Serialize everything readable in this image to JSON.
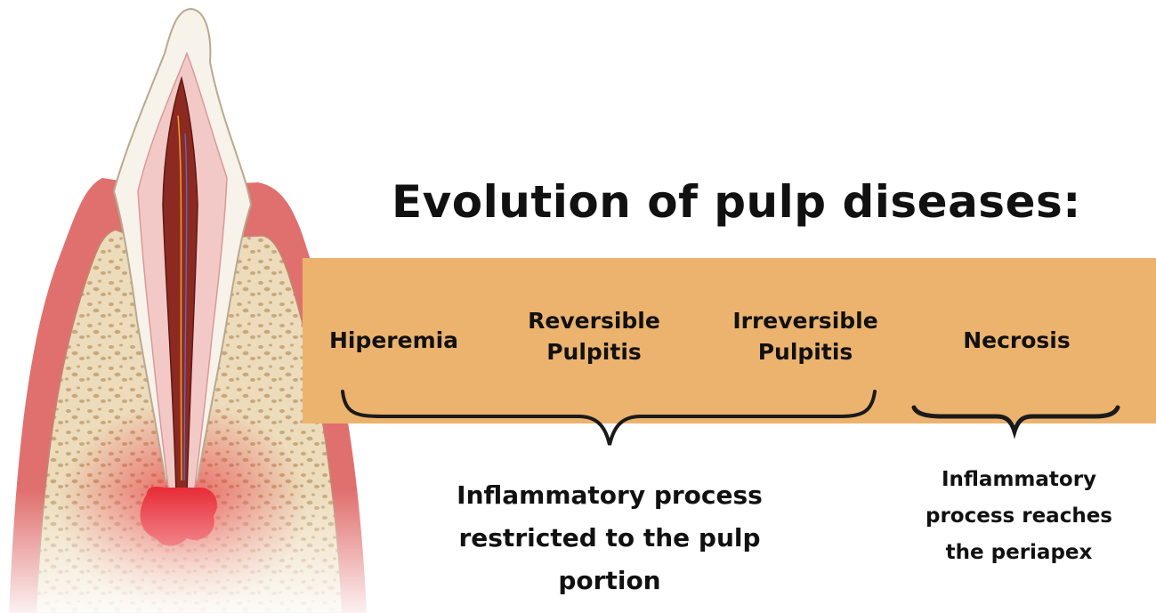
{
  "title": "Evolution of pulp diseases:",
  "stages": [
    {
      "label": "Hiperemia"
    },
    {
      "label": "Reversible\nPulpitis"
    },
    {
      "label": "Irreversible\nPulpitis"
    },
    {
      "label": "Necrosis"
    }
  ],
  "groups": [
    {
      "caption": "Inflammatory process\nrestricted to the pulp\nportion"
    },
    {
      "caption": "Inflammatory\nprocess reaches\nthe periapex"
    }
  ],
  "colors": {
    "band": "#ecb36e",
    "gum": "#e0706e",
    "bone": "#e9d6b3",
    "enamel": "#f7f2ea",
    "dentin": "#f3c9c8",
    "pulp": "#8c2a22",
    "inflammation": "#e8303a"
  }
}
